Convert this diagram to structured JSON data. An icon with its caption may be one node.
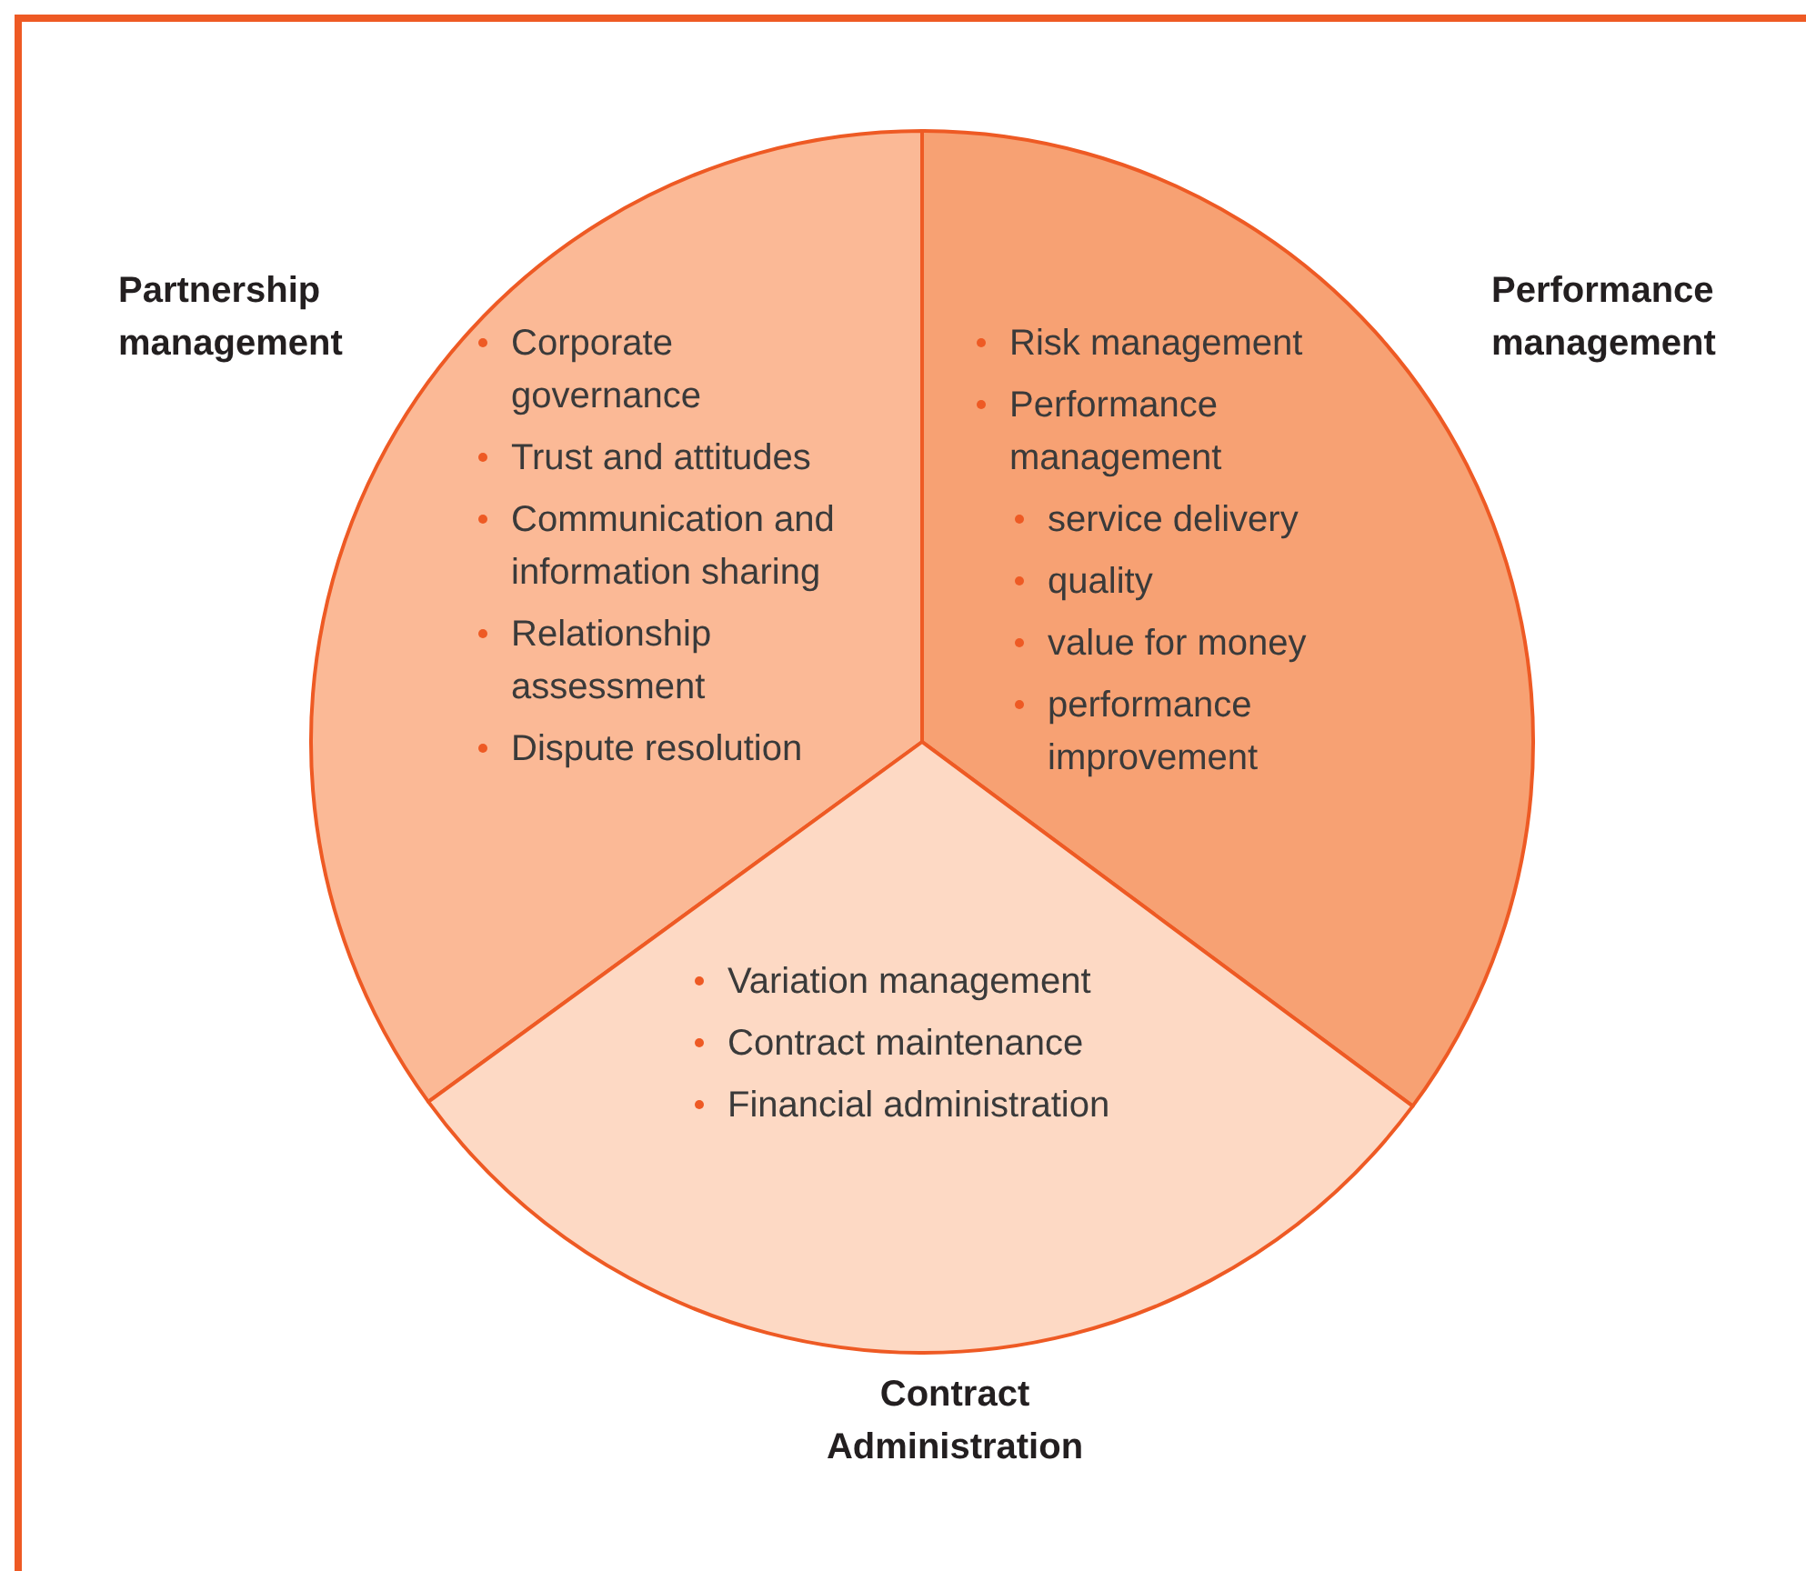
{
  "diagram": {
    "nodes": [
      {
        "text": [
          "Partnership management",
          "Corporate governance",
          "Trust and attitudes",
          "Communication and information sharing",
          "Relationship assessment",
          "Dispute resolution"
        ]
      },
      {
        "text": [
          "Performance management",
          "Risk management",
          "Performance management",
          "service delivery",
          "quality",
          "value for money",
          "performance improvement"
        ]
      },
      {
        "text": [
          "Contract Administration",
          "Variation management",
          "Contract maintenance",
          "Financial administration"
        ]
      }
    ]
  }
}
